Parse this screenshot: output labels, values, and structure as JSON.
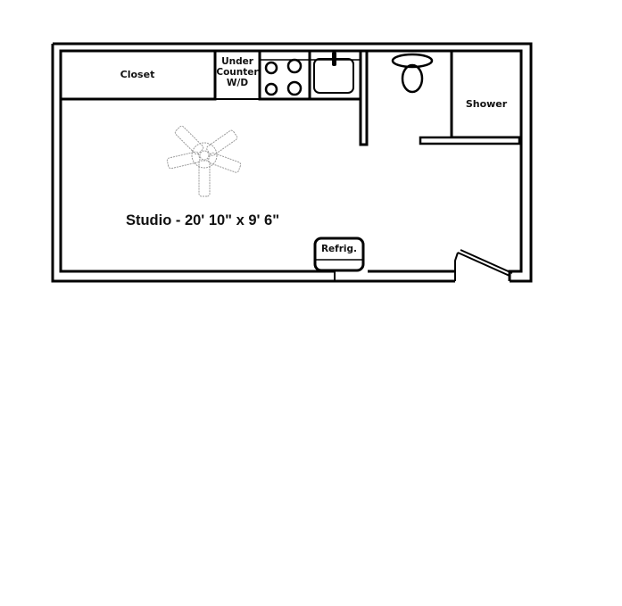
{
  "floorplan": {
    "title": "Studio - 20' 10\" x 9' 6\"",
    "rooms": {
      "studio": {
        "label": "Studio - 20' 10\" x 9' 6\"",
        "width": "20' 10\"",
        "depth": "9' 6\""
      },
      "bathroom": {
        "label": ""
      }
    },
    "fixtures": {
      "closet": {
        "label": "Closet"
      },
      "washer_dryer": {
        "label": "Under\nCounter\nW/D"
      },
      "cooktop": {
        "label": "",
        "burners": 4
      },
      "sink": {
        "label": ""
      },
      "toilet": {
        "label": ""
      },
      "shower": {
        "label": "Shower"
      },
      "refrigerator": {
        "label": "Refrig."
      },
      "ceiling_fan": {
        "label": "",
        "blades": 5
      },
      "entry_door": {
        "label": ""
      }
    },
    "colors": {
      "line": "#000000",
      "background": "#ffffff",
      "fan_line": "#9a9a9a"
    }
  }
}
